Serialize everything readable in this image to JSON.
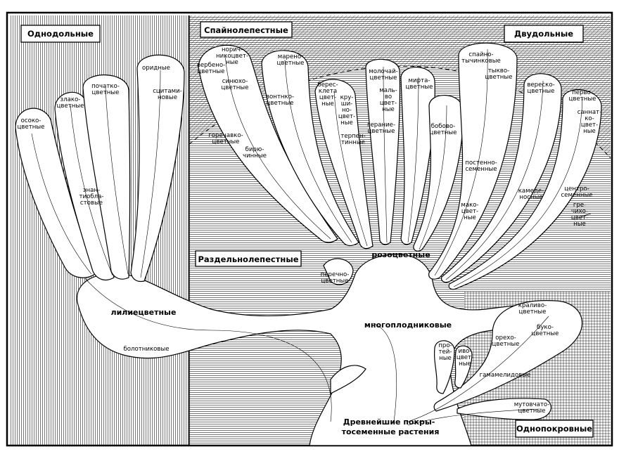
{
  "regions": {
    "monocots": "Однодольные",
    "sympetalae": "Спайнолепестные",
    "dicots": "Двудольные",
    "choripetalae": "Раздельнолепестные",
    "monochlamydeae": "Однопокровные"
  },
  "nodes": {
    "liliiflorae": "лилиецветные",
    "polycarpicae": "многоплодниковые",
    "rosiflorae": "розоцветные",
    "ancient": [
      "Древнейшие покры-",
      "тосеменные растения"
    ],
    "helobiae": "болотниковые",
    "hamamelidae": "гамамелидовые"
  },
  "labels": {
    "cyperales": [
      "осоко-",
      "цветные"
    ],
    "glumiflorae": [
      "злако-",
      "цветные"
    ],
    "spadiciflorae": [
      "початко-",
      "цветные"
    ],
    "orchidales": "оридные",
    "scitamineae": [
      "сцитами-",
      "новые"
    ],
    "enantioblastae": [
      "энан-",
      "тиобла-",
      "стовые"
    ],
    "tubiflorae": [
      "норич-",
      "никоцвет-",
      "ные"
    ],
    "verbenales": [
      "вербено-",
      "цветные"
    ],
    "synanthereae": [
      "синюхо-",
      "цветные"
    ],
    "rubiales": [
      "марено-",
      "цветные"
    ],
    "contortae": [
      "вонтнко-",
      "цветные"
    ],
    "gentianales": [
      "горечавко-",
      "цветные"
    ],
    "primulales": [
      "бирю-",
      "чинные"
    ],
    "celastrales": [
      "берес-",
      "клета",
      "цвет-",
      "ные"
    ],
    "frangulales": [
      "кру-",
      "ши-",
      "но-",
      "цвет-",
      "ные"
    ],
    "terebinthales": [
      "терпен-",
      "тинные"
    ],
    "tricoccae": [
      "молочай-",
      "цветные"
    ],
    "malvales": [
      "маль-",
      "во",
      "цвет-",
      "ные"
    ],
    "myrtiflorae": [
      "мирта-",
      "цветные"
    ],
    "geraniales": [
      "гераниe-",
      "цветные"
    ],
    "leguminosae": [
      "бобово-",
      "цветные"
    ],
    "columniferae": [
      "спайно-",
      "тычинковые"
    ],
    "cucurbitales": [
      "тыкво-",
      "цветные"
    ],
    "ericales": [
      "вереско-",
      "цветные"
    ],
    "primulales2": [
      "перво-",
      "цветные"
    ],
    "sarraceniales": [
      "саннат-",
      "ко-",
      "цвет-",
      "ные"
    ],
    "parietales": [
      "постенно-",
      "семенные"
    ],
    "rhoeadales": [
      "мако-",
      "цвет-",
      "ные"
    ],
    "succulents": [
      "камеде-",
      "носные"
    ],
    "centrospermae": [
      "центро-",
      "семенные"
    ],
    "polygonales": [
      "гре-",
      "чихо-",
      "цвет-",
      "ные"
    ],
    "piperales": [
      "перечно-",
      "цветные"
    ],
    "urticales": [
      "краливо-",
      "цветные"
    ],
    "juglandales": [
      "орехо-",
      "цветные"
    ],
    "fagales": [
      "буко-",
      "цветные"
    ],
    "proteales": [
      "про-",
      "тей-",
      "ные"
    ],
    "salicales": [
      "иво-",
      "цвет-",
      "ные"
    ],
    "casuarinales": [
      "мутовчато-",
      "цветные"
    ]
  }
}
